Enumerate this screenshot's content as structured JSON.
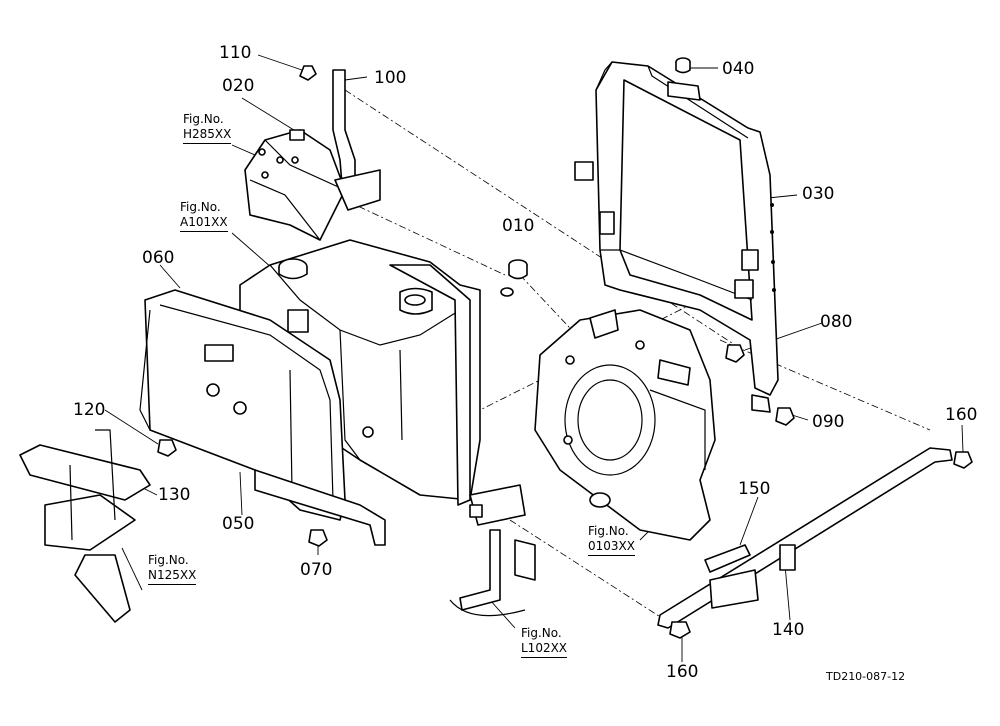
{
  "part_labels": {
    "p110": "110",
    "p020": "020",
    "p100": "100",
    "p040": "040",
    "p030": "030",
    "p010": "010",
    "p060": "060",
    "p080": "080",
    "p120": "120",
    "p090": "090",
    "p160a": "160",
    "p130": "130",
    "p050": "050",
    "p150": "150",
    "p070": "070",
    "p140": "140",
    "p160b": "160"
  },
  "figure_refs": {
    "h285": {
      "prefix": "Fig.No.",
      "code": "H285XX"
    },
    "a101": {
      "prefix": "Fig.No.",
      "code": "A101XX"
    },
    "n125": {
      "prefix": "Fig.No.",
      "code": "N125XX"
    },
    "o103": {
      "prefix": "Fig.No.",
      "code": "0103XX"
    },
    "l102": {
      "prefix": "Fig.No.",
      "code": "L102XX"
    }
  },
  "drawing_number": "TD210-087-12"
}
